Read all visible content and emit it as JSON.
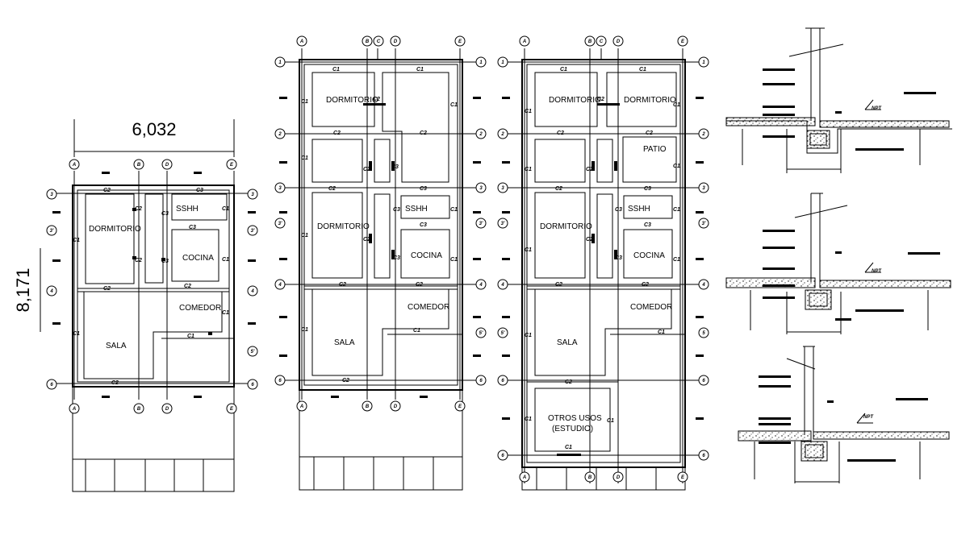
{
  "dimensions": {
    "width": "6,032",
    "height": "8,171"
  },
  "axis_letters": [
    "A",
    "B",
    "C",
    "D",
    "E"
  ],
  "axis_numbers": [
    "1",
    "2",
    "3",
    "3'",
    "4",
    "5",
    "5'",
    "6"
  ],
  "beam_labels": {
    "c1": "C1",
    "c2": "C2",
    "c3": "C3"
  },
  "rooms": {
    "dormitorio": "DORMITORIO",
    "sshh": "SSHH",
    "cocina": "COCINA",
    "comedor": "COMEDOR",
    "sala": "SALA",
    "patio": "PATIO",
    "otros_usos_1": "OTROS USOS",
    "otros_usos_2": "(ESTUDIO)"
  },
  "section_label": "NPT"
}
